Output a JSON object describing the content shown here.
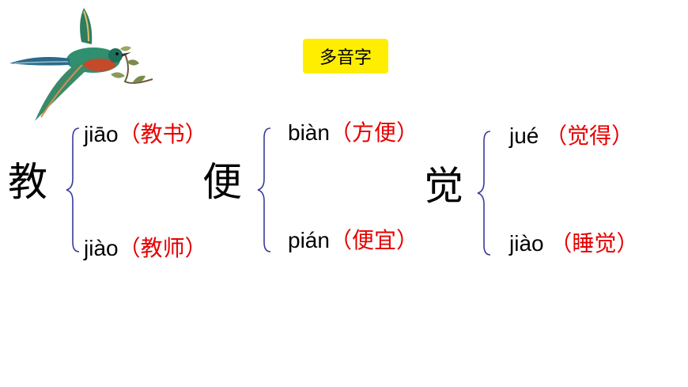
{
  "title": "多音字",
  "colors": {
    "badge": "#ffee00",
    "word": "#e60000",
    "brace": "#3a3a9a"
  },
  "icons": {
    "decoration": "bird-with-branch"
  },
  "groups": [
    {
      "character": "教",
      "readings": [
        {
          "pinyin": "jiāo",
          "word": "（教书）"
        },
        {
          "pinyin": "jiào",
          "word": "（教师）"
        }
      ]
    },
    {
      "character": "便",
      "readings": [
        {
          "pinyin": "biàn",
          "word": "（方便）"
        },
        {
          "pinyin": "pián",
          "word": "（便宜）"
        }
      ]
    },
    {
      "character": "觉",
      "readings": [
        {
          "pinyin": "jué",
          "word": "（觉得）"
        },
        {
          "pinyin": "jiào",
          "word": "（睡觉）"
        }
      ]
    }
  ]
}
